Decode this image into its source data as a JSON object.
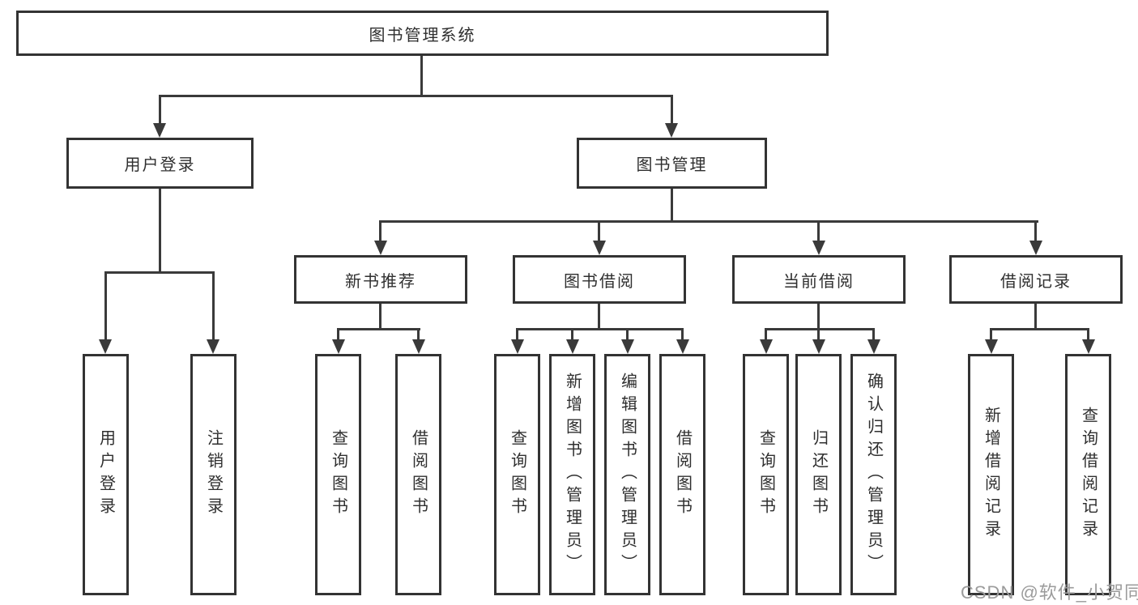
{
  "diagram": {
    "title": "图书管理系统",
    "root": {
      "label": "图书管理系统"
    },
    "level2": [
      {
        "label": "用户登录"
      },
      {
        "label": "图书管理"
      }
    ],
    "level3": [
      {
        "label": "新书推荐"
      },
      {
        "label": "图书借阅"
      },
      {
        "label": "当前借阅"
      },
      {
        "label": "借阅记录"
      }
    ],
    "leaves": [
      {
        "label": "用户登录",
        "parent": "用户登录"
      },
      {
        "label": "注销登录",
        "parent": "用户登录"
      },
      {
        "label": "查询图书",
        "parent": "新书推荐"
      },
      {
        "label": "借阅图书",
        "parent": "新书推荐"
      },
      {
        "label": "查询图书",
        "parent": "图书借阅"
      },
      {
        "label": "新增图书（管理员）",
        "parent": "图书借阅"
      },
      {
        "label": "编辑图书（管理员）",
        "parent": "图书借阅"
      },
      {
        "label": "借阅图书",
        "parent": "图书借阅"
      },
      {
        "label": "查询图书",
        "parent": "当前借阅"
      },
      {
        "label": "归还图书",
        "parent": "当前借阅"
      },
      {
        "label": "确认归还（管理员）",
        "parent": "当前借阅"
      },
      {
        "label": "新增借阅记录",
        "parent": "借阅记录"
      },
      {
        "label": "查询借阅记录",
        "parent": "借阅记录"
      }
    ],
    "watermark": "CSDN @软件_小贺同学",
    "colors": {
      "border": "#333333",
      "line": "#3a3a3a",
      "text": "#2f2f2f",
      "watermark": "#9b9b9b",
      "background": "#ffffff"
    }
  }
}
